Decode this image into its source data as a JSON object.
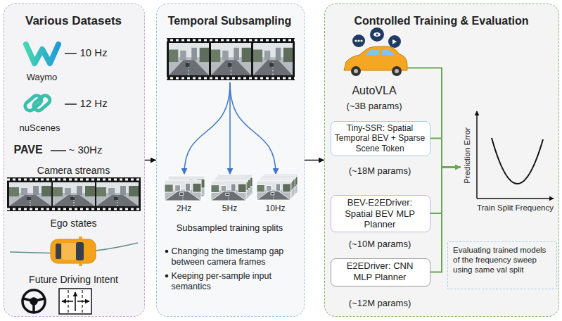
{
  "diagram": {
    "nodes": [
      {
        "text": [
          "Various Datasets",
          "10 Hz",
          "Waymo",
          "12 Hz",
          "nuScenes",
          "PAVE",
          "~ 30Hz",
          "Camera streams",
          "Ego states",
          "Future Driving Intent"
        ]
      },
      {
        "text": [
          "Temporal Subsampling",
          "2Hz",
          "5Hz",
          "10Hz",
          "Subsampled training splits",
          "Changing the timestamp gap between camera frames",
          "Keeping per-sample input semantics"
        ]
      },
      {
        "text": [
          "Controlled Training & Evaluation"
        ]
      },
      {
        "text": [
          "AutoVLA",
          "(~3B params)"
        ],
        "in": 2
      },
      {
        "text": [
          "Tiny-SSR: Spatial Temporal BEV + Sparse Scene Token",
          "(~18M params)"
        ],
        "in": 2
      },
      {
        "text": [
          "BEV-E2EDriver: Spatial BEV MLP Planner",
          "(~10M params)"
        ],
        "in": 2
      },
      {
        "text": [
          "E2EDriver: CNN MLP Planner",
          "(~12M params)"
        ],
        "in": 2
      },
      {
        "text": [
          "Prediction Error",
          "Train Split Frequency"
        ],
        "in": 2
      },
      {
        "text": [
          "Evaluating trained models of the frequency sweep using same val split"
        ],
        "in": 2
      }
    ],
    "edges": [
      {
        "from": 0,
        "to": 1,
        "arrow": "to"
      },
      {
        "from": 1,
        "to": 2,
        "arrow": "to"
      },
      {
        "from": 3,
        "to": 7,
        "arrow": "to"
      },
      {
        "from": 4,
        "to": 7,
        "arrow": "to"
      },
      {
        "from": 5,
        "to": 7,
        "arrow": "to"
      },
      {
        "from": 6,
        "to": 7,
        "arrow": "to"
      }
    ]
  }
}
